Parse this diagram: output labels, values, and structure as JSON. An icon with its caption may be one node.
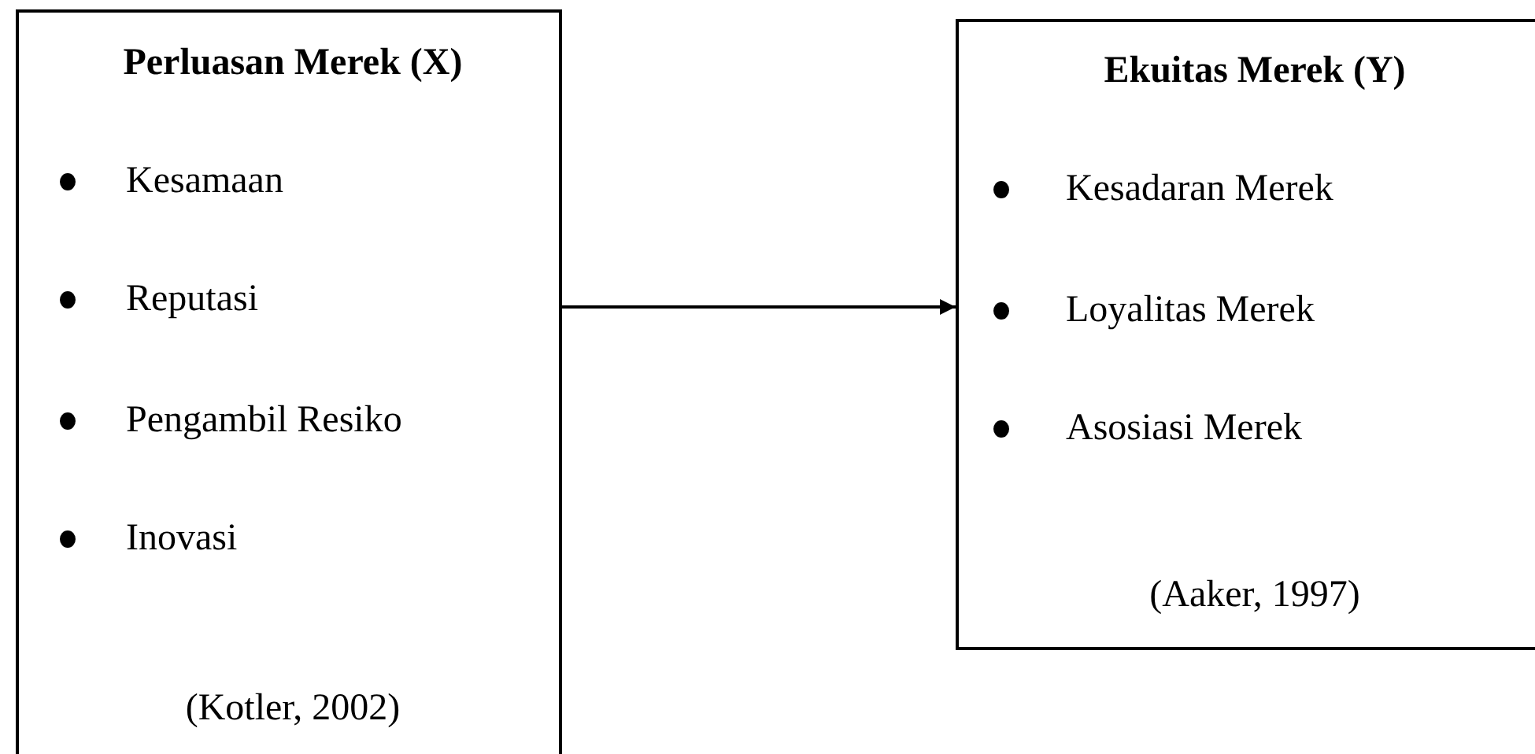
{
  "diagram": {
    "nodes": [
      {
        "text": [
          "Perluasan Merek (X)",
          "Kesamaan",
          "Reputasi",
          "Pengambil Resiko",
          "Inovasi",
          "(Kotler, 2002)"
        ]
      },
      {
        "text": [
          "Ekuitas Merek (Y)",
          "Kesadaran Merek",
          "Loyalitas Merek",
          "Asosiasi Merek",
          "(Aaker, 1997)"
        ]
      }
    ],
    "edges": [
      {
        "from": 0,
        "to": 1,
        "arrow": "to"
      }
    ]
  }
}
